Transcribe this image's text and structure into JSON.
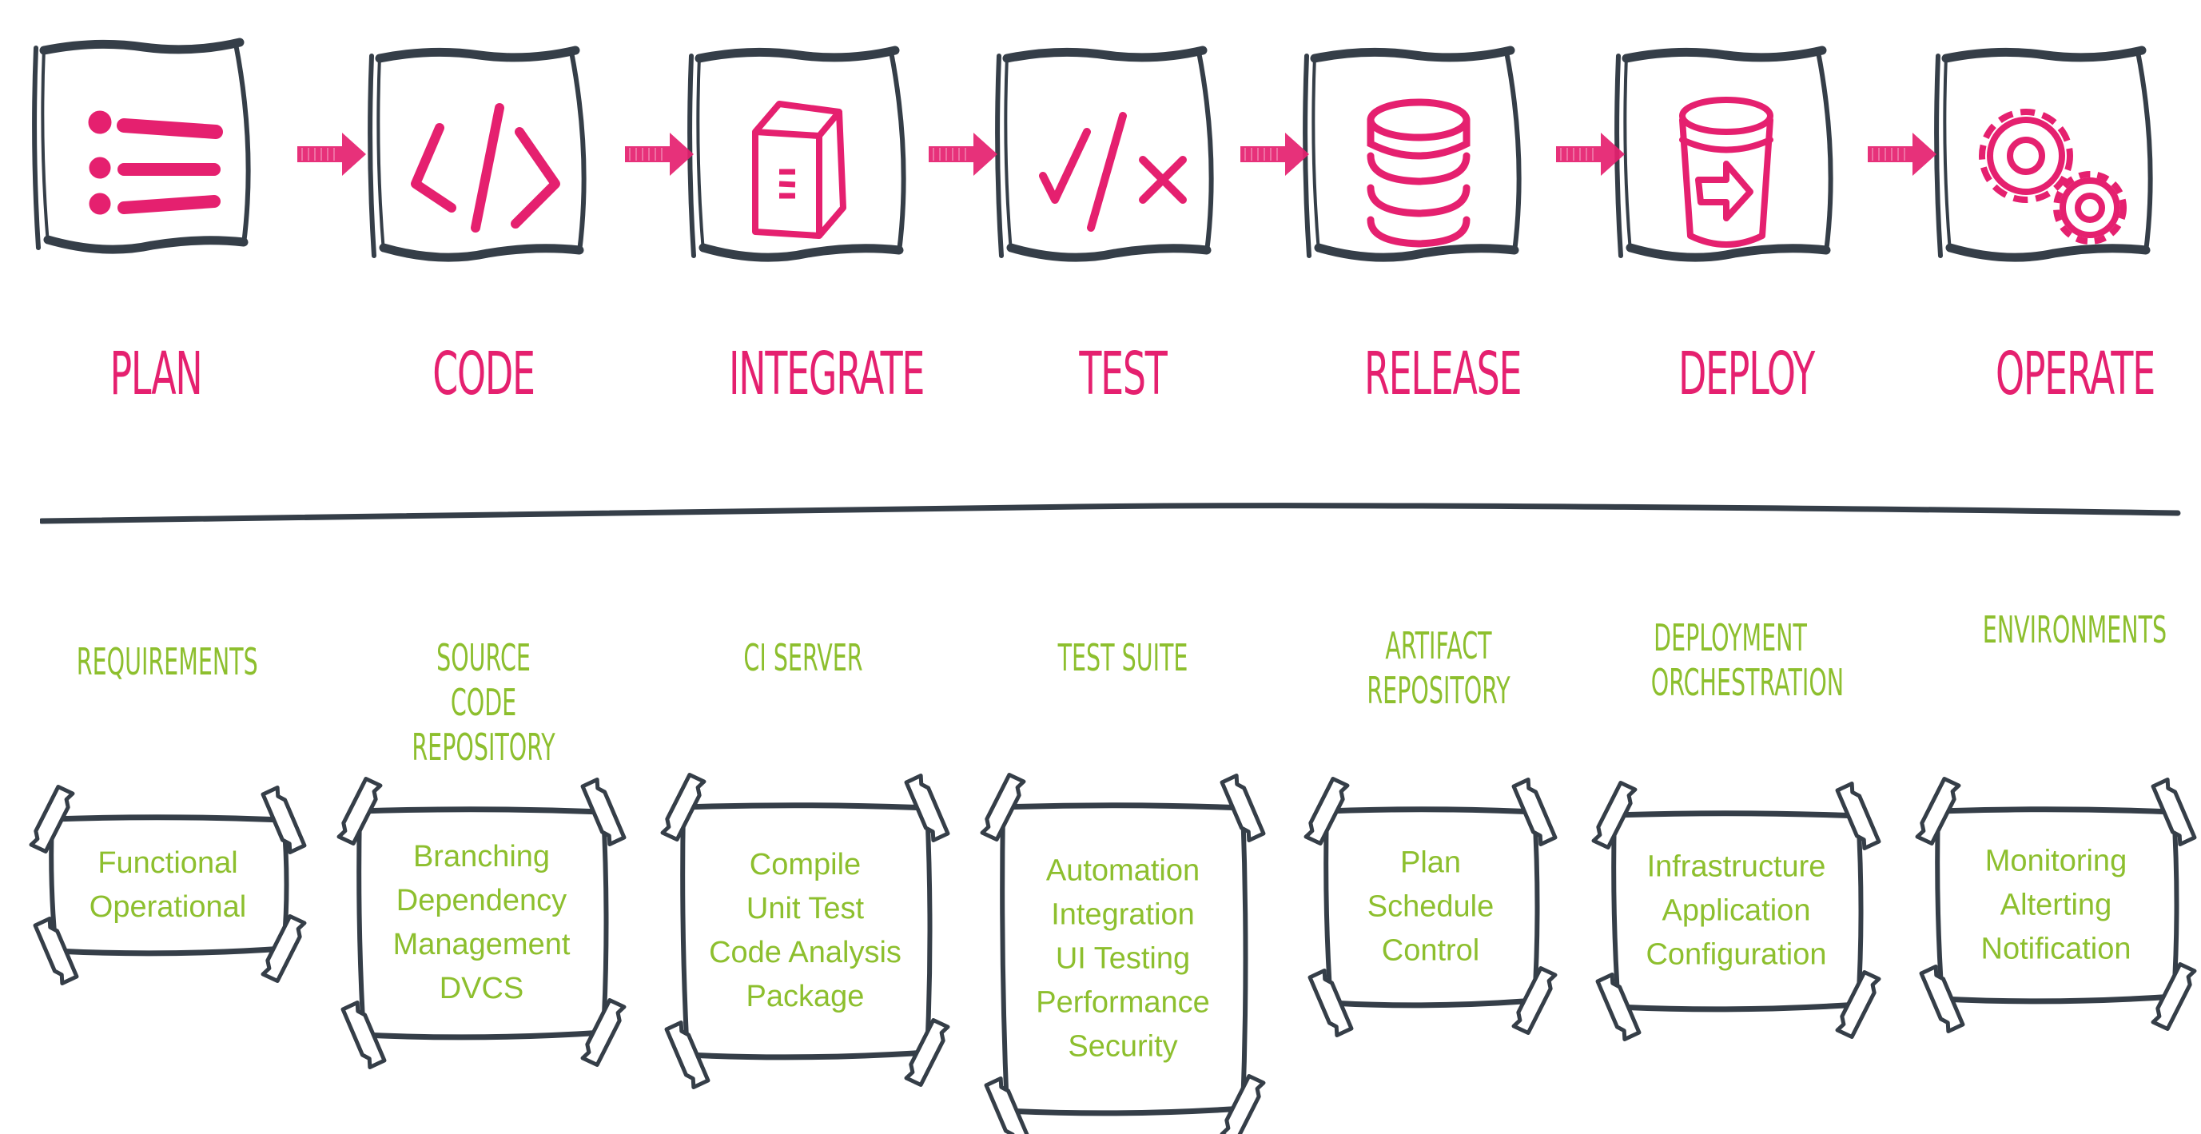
{
  "colors": {
    "accent_pink": "#E5206F",
    "accent_green": "#8DBF2E",
    "ink": "#353E48"
  },
  "stages": [
    {
      "label": "PLAN",
      "icon": "list-icon"
    },
    {
      "label": "CODE",
      "icon": "code-brackets-icon"
    },
    {
      "label": "INTEGRATE",
      "icon": "box-icon"
    },
    {
      "label": "TEST",
      "icon": "check-slash-cross-icon"
    },
    {
      "label": "RELEASE",
      "icon": "database-icon"
    },
    {
      "label": "DEPLOY",
      "icon": "bucket-arrow-icon"
    },
    {
      "label": "OPERATE",
      "icon": "gears-icon"
    }
  ],
  "tools": [
    {
      "title_lines": [
        "REQUIREMENTS"
      ],
      "items": [
        "Functional",
        "Operational"
      ]
    },
    {
      "title_lines": [
        "SOURCE CODE",
        "REPOSITORY"
      ],
      "items": [
        "Branching",
        "Dependency",
        "Management",
        "DVCS"
      ]
    },
    {
      "title_lines": [
        "CI SERVER"
      ],
      "items": [
        "Compile",
        "Unit Test",
        "Code Analysis",
        "Package"
      ]
    },
    {
      "title_lines": [
        "TEST SUITE"
      ],
      "items": [
        "Automation",
        "Integration",
        "UI Testing",
        "Performance",
        "Security"
      ]
    },
    {
      "title_lines": [
        "ARTIFACT",
        "REPOSITORY"
      ],
      "items": [
        "Plan",
        "Schedule",
        "Control"
      ]
    },
    {
      "title_lines": [
        "DEPLOYMENT",
        "ORCHESTRATION"
      ],
      "items": [
        "Infrastructure",
        "Application",
        "Configuration"
      ]
    },
    {
      "title_lines": [
        "ENVIRONMENTS"
      ],
      "items": [
        "Monitoring",
        "Alterting",
        "Notification"
      ]
    }
  ]
}
